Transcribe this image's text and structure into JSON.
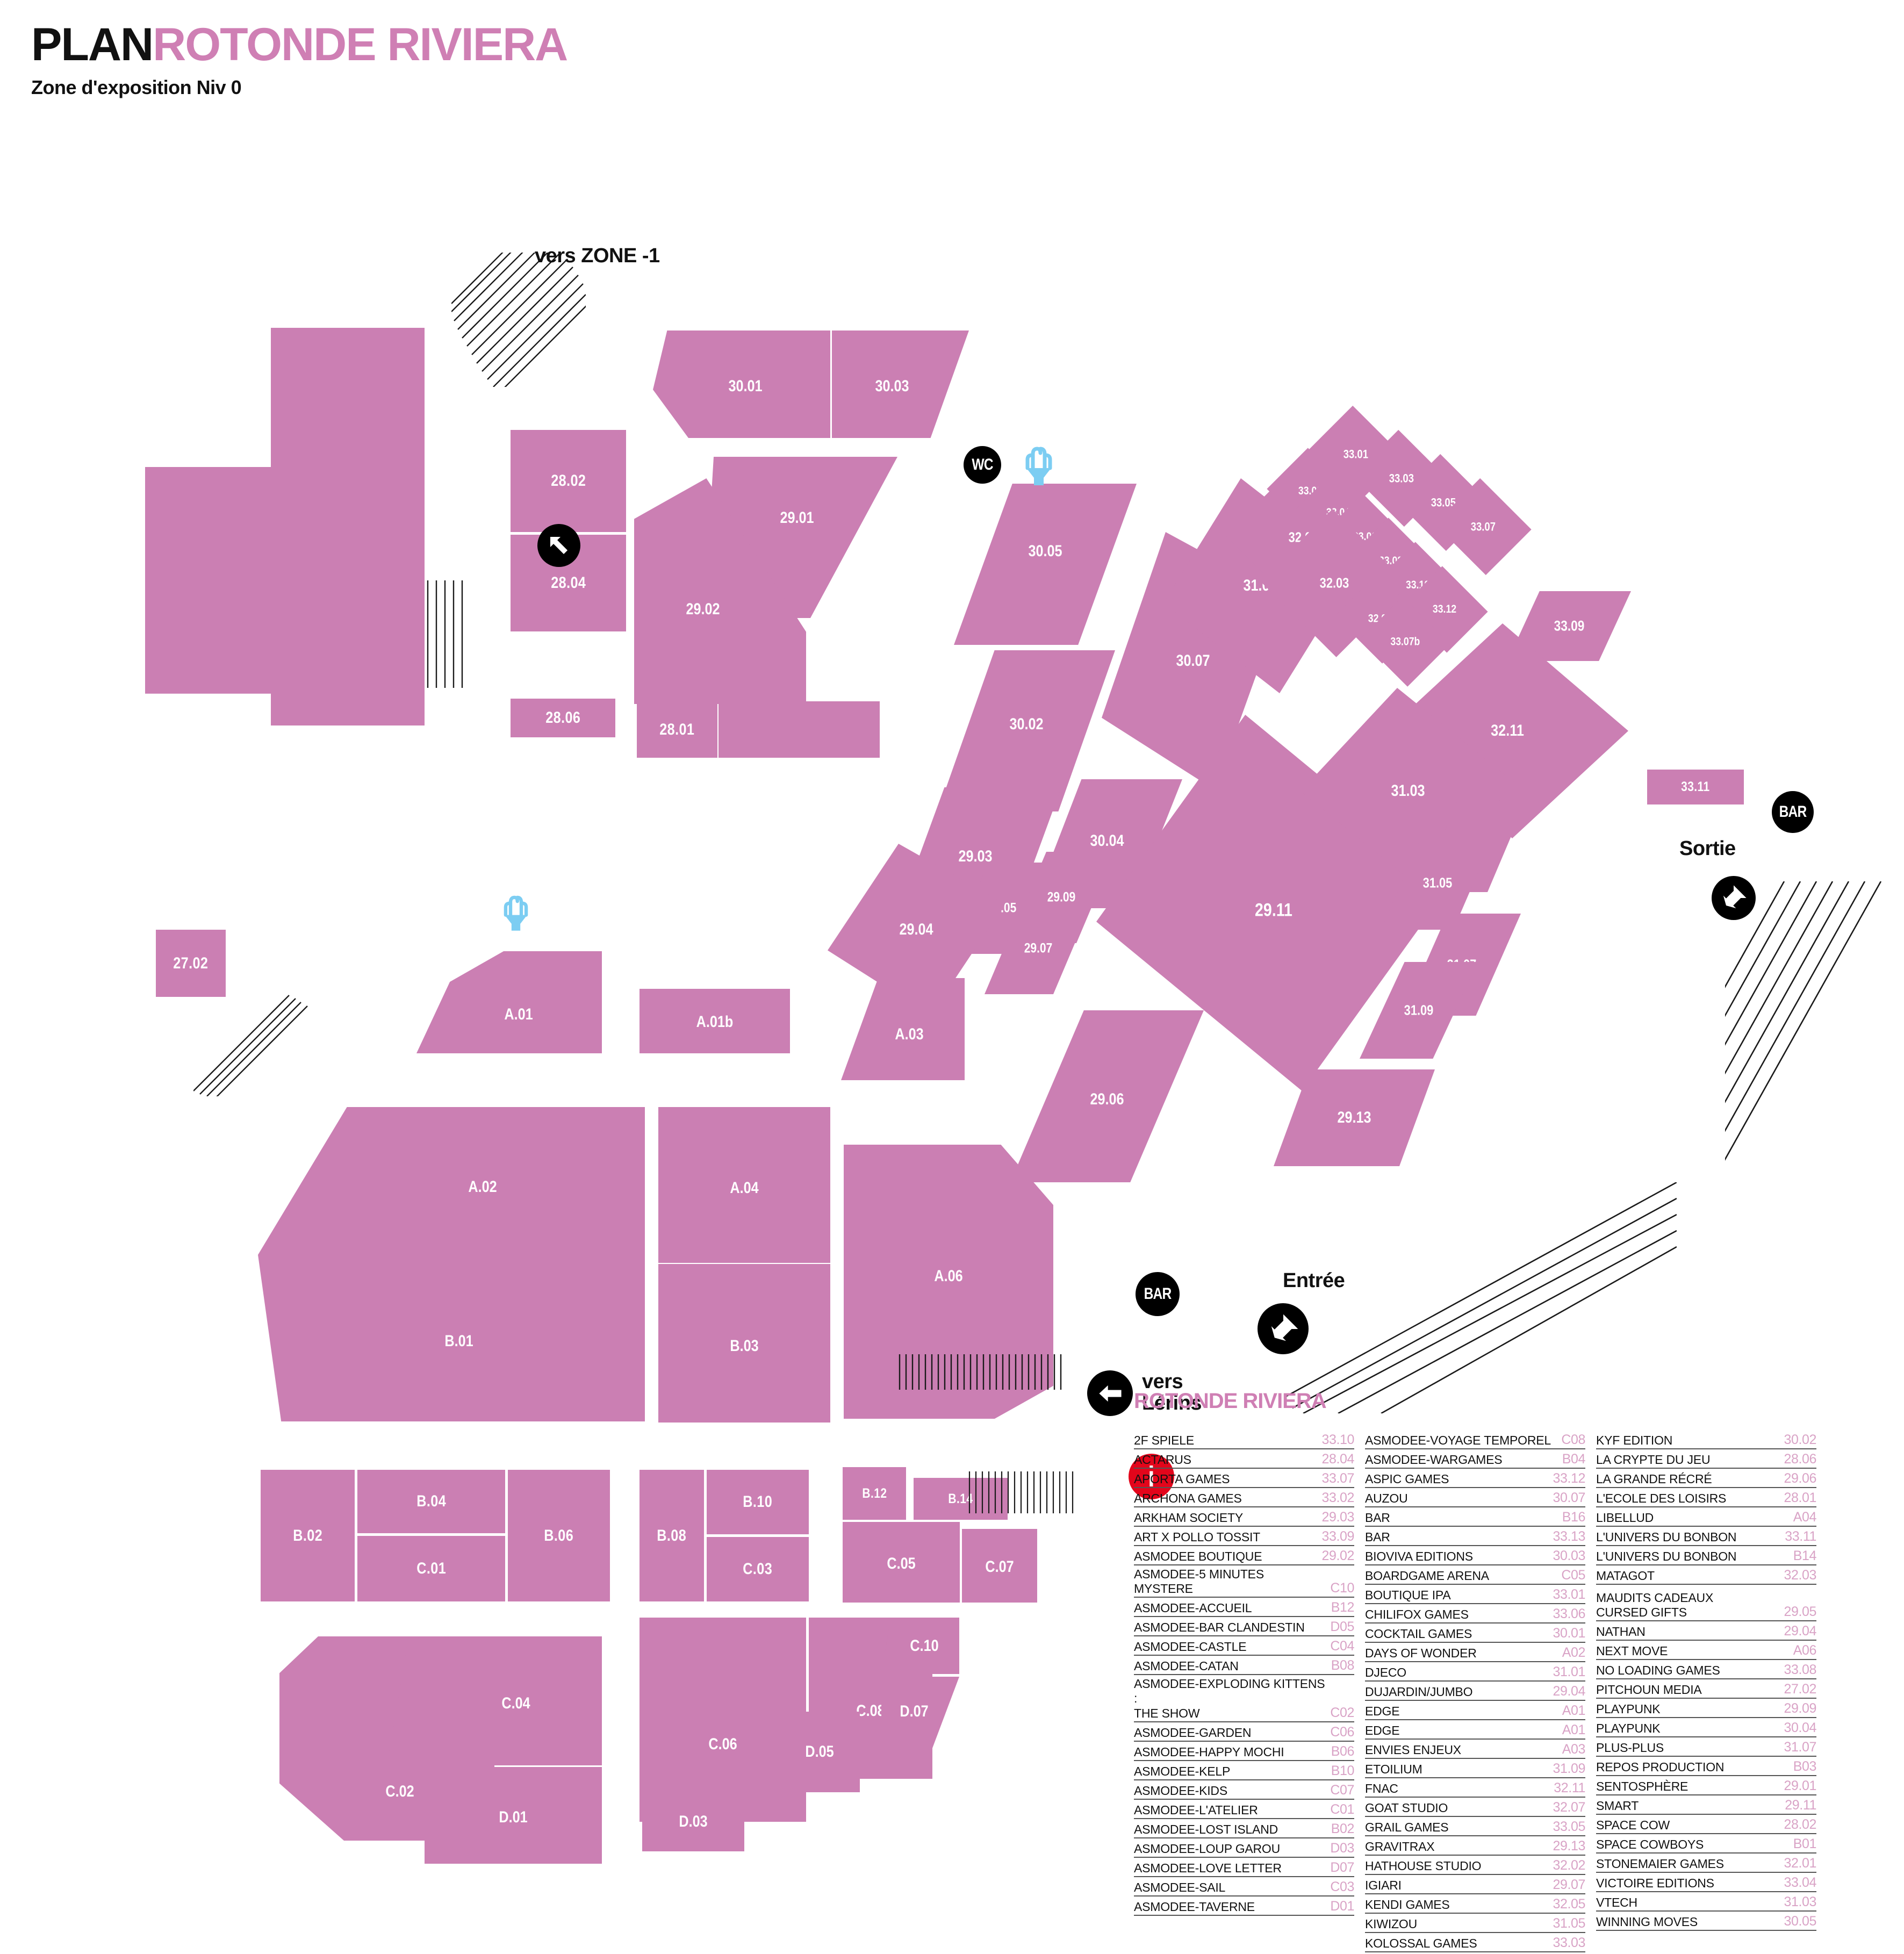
{
  "header": {
    "title_plan": "PLAN",
    "title_venue": "ROTONDE RIVIERA",
    "subtitle": "Zone d'exposition Niv 0"
  },
  "map": {
    "labels": {
      "zone_minus1": "vers ZONE -1",
      "sortie": "Sortie",
      "entree": "Entrée",
      "vers_lerins_l1": "vers",
      "vers_lerins_l2": "Lérins",
      "wc": "WC",
      "bar": "BAR",
      "info": "i"
    },
    "icons": {
      "wc": "wc-icon",
      "bar": "bar-icon",
      "info": "info-icon",
      "fountain": "fountain-icon",
      "escalator": "escalator-icon",
      "arrow_exit": "exit-arrow-icon",
      "arrow_entry": "entry-arrow-icon"
    },
    "colors": {
      "stand": "#cb7fb3",
      "accent": "#cf7fb4",
      "info": "#e3051b",
      "fountain": "#7ccdf2",
      "marker": "#000000"
    },
    "stands": [
      "27.02",
      "28.01",
      "28.02",
      "28.04",
      "28.06",
      "29.01",
      "29.02",
      "29.03",
      "29.04",
      "29.05",
      "29.06",
      "29.07",
      "29.09",
      "29.11",
      "29.13",
      "30.01",
      "30.02",
      "30.03",
      "30.04",
      "30.05",
      "30.07",
      "31.01",
      "31.03",
      "31.05",
      "31.07",
      "31.09",
      "32.01",
      "32.02",
      "32.03",
      "32.05",
      "32.11",
      "33.01",
      "33.02",
      "33.03",
      "33.04",
      "33.05",
      "33.06",
      "33.07",
      "33.07b",
      "33.08",
      "33.09",
      "33.10",
      "33.11",
      "33.12",
      "A.01",
      "A.01b",
      "A.02",
      "A.03",
      "A.04",
      "A.06",
      "B.01",
      "B.02",
      "B.03",
      "B.04",
      "B.06",
      "B.08",
      "B.10",
      "B.12",
      "B.14",
      "C.01",
      "C.02",
      "C.03",
      "C.04",
      "C.05",
      "C.06",
      "C.07",
      "C.08",
      "C.10",
      "D.01",
      "D.03",
      "D.05",
      "D.07"
    ]
  },
  "legend": {
    "title": "ROTONDE RIVIERA",
    "columns": [
      [
        {
          "name": "2F SPIELE",
          "stand": "33.10"
        },
        {
          "name": "ACTARUS",
          "stand": "28.04"
        },
        {
          "name": "APORTA GAMES",
          "stand": "33.07"
        },
        {
          "name": "ARCHONA GAMES",
          "stand": "33.02"
        },
        {
          "name": "ARKHAM SOCIETY",
          "stand": "29.03"
        },
        {
          "name": "ART X POLLO TOSSIT",
          "stand": "33.09"
        },
        {
          "name": "ASMODEE BOUTIQUE",
          "stand": "29.02"
        },
        {
          "name": "ASMODEE-5 MINUTES MYSTERE",
          "stand": "C10"
        },
        {
          "name": "ASMODEE-ACCUEIL",
          "stand": "B12"
        },
        {
          "name": "ASMODEE-BAR CLANDESTIN",
          "stand": "D05"
        },
        {
          "name": "ASMODEE-CASTLE",
          "stand": "C04"
        },
        {
          "name": "ASMODEE-CATAN",
          "stand": "B08"
        },
        {
          "name": "ASMODEE-EXPLODING KITTENS :\nTHE SHOW",
          "stand": "C02",
          "tall": true
        },
        {
          "name": "ASMODEE-GARDEN",
          "stand": "C06"
        },
        {
          "name": "ASMODEE-HAPPY MOCHI",
          "stand": "B06"
        },
        {
          "name": "ASMODEE-KELP",
          "stand": "B10"
        },
        {
          "name": "ASMODEE-KIDS",
          "stand": "C07"
        },
        {
          "name": "ASMODEE-L'ATELIER",
          "stand": "C01"
        },
        {
          "name": "ASMODEE-LOST ISLAND",
          "stand": "B02"
        },
        {
          "name": "ASMODEE-LOUP GAROU",
          "stand": "D03"
        },
        {
          "name": "ASMODEE-LOVE LETTER",
          "stand": "D07"
        },
        {
          "name": "ASMODEE-SAIL",
          "stand": "C03"
        },
        {
          "name": "ASMODEE-TAVERNE",
          "stand": "D01"
        }
      ],
      [
        {
          "name": "ASMODEE-VOYAGE TEMPOREL",
          "stand": "C08"
        },
        {
          "name": "ASMODEE-WARGAMES",
          "stand": "B04"
        },
        {
          "name": "ASPIC GAMES",
          "stand": "33.12"
        },
        {
          "name": "AUZOU",
          "stand": "30.07"
        },
        {
          "name": "BAR",
          "stand": "B16"
        },
        {
          "name": "BAR",
          "stand": "33.13"
        },
        {
          "name": "BIOVIVA EDITIONS",
          "stand": "30.03"
        },
        {
          "name": "BOARDGAME ARENA",
          "stand": "C05"
        },
        {
          "name": "BOUTIQUE IPA",
          "stand": "33.01"
        },
        {
          "name": "CHILIFOX GAMES",
          "stand": "33.06"
        },
        {
          "name": "COCKTAIL GAMES",
          "stand": "30.01"
        },
        {
          "name": "DAYS OF WONDER",
          "stand": "A02"
        },
        {
          "name": "DJECO",
          "stand": "31.01"
        },
        {
          "name": "DUJARDIN/JUMBO",
          "stand": "29.04"
        },
        {
          "name": "EDGE",
          "stand": "A01"
        },
        {
          "name": "EDGE",
          "stand": "A01"
        },
        {
          "name": "ENVIES ENJEUX",
          "stand": "A03"
        },
        {
          "name": "ETOILIUM",
          "stand": "31.09"
        },
        {
          "name": "FNAC",
          "stand": "32.11"
        },
        {
          "name": "GOAT STUDIO",
          "stand": "32.07"
        },
        {
          "name": "GRAIL GAMES",
          "stand": "33.05"
        },
        {
          "name": "GRAVITRAX",
          "stand": "29.13"
        },
        {
          "name": "HATHOUSE STUDIO",
          "stand": "32.02"
        },
        {
          "name": "IGIARI",
          "stand": "29.07"
        },
        {
          "name": "KENDI GAMES",
          "stand": "32.05"
        },
        {
          "name": "KIWIZOU",
          "stand": "31.05"
        },
        {
          "name": "KOLOSSAL GAMES",
          "stand": "33.03"
        }
      ],
      [
        {
          "name": "KYF EDITION",
          "stand": "30.02"
        },
        {
          "name": "LA CRYPTE DU JEU",
          "stand": "28.06"
        },
        {
          "name": "LA GRANDE RÉCRÉ",
          "stand": "29.06"
        },
        {
          "name": "L'ECOLE DES LOISIRS",
          "stand": "28.01"
        },
        {
          "name": "LIBELLUD",
          "stand": "A04"
        },
        {
          "name": "L'UNIVERS DU BONBON",
          "stand": "33.11"
        },
        {
          "name": "L'UNIVERS DU BONBON",
          "stand": "B14"
        },
        {
          "name": "MATAGOT",
          "stand": "32.03"
        },
        {
          "name": "MAUDITS CADEAUX\nCURSED GIFTS",
          "stand": "29.05",
          "tall": true
        },
        {
          "name": "NATHAN",
          "stand": "29.04"
        },
        {
          "name": "NEXT MOVE",
          "stand": "A06"
        },
        {
          "name": "NO LOADING GAMES",
          "stand": "33.08"
        },
        {
          "name": "PITCHOUN MEDIA",
          "stand": "27.02"
        },
        {
          "name": "PLAYPUNK",
          "stand": "29.09"
        },
        {
          "name": "PLAYPUNK",
          "stand": "30.04"
        },
        {
          "name": "PLUS-PLUS",
          "stand": "31.07"
        },
        {
          "name": "REPOS PRODUCTION",
          "stand": "B03"
        },
        {
          "name": "SENTOSPHÈRE",
          "stand": "29.01"
        },
        {
          "name": "SMART",
          "stand": "29.11"
        },
        {
          "name": "SPACE COW",
          "stand": "28.02"
        },
        {
          "name": "SPACE COWBOYS",
          "stand": "B01"
        },
        {
          "name": "STONEMAIER GAMES",
          "stand": "32.01"
        },
        {
          "name": "VICTOIRE EDITIONS",
          "stand": "33.04"
        },
        {
          "name": "VTECH",
          "stand": "31.03"
        },
        {
          "name": "WINNING MOVES",
          "stand": "30.05"
        }
      ]
    ]
  }
}
